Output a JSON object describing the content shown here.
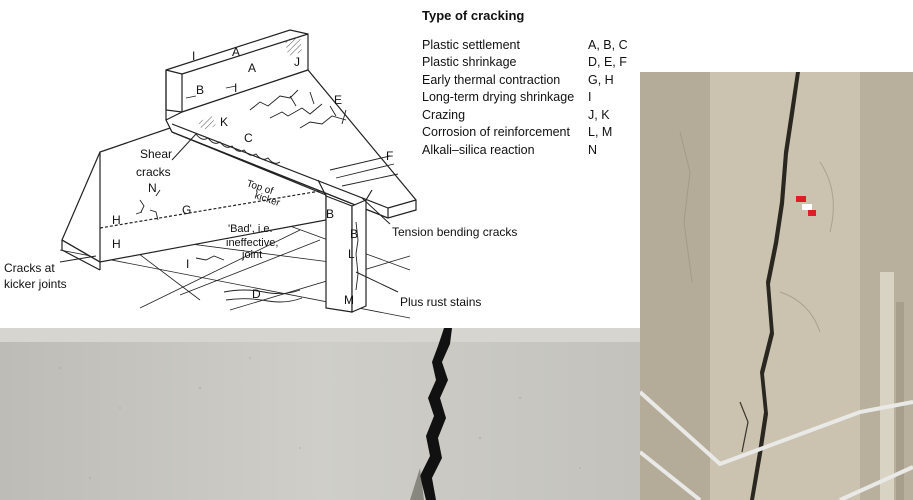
{
  "diagram": {
    "zone_letters": {
      "I_top": "I",
      "A_top": "A",
      "A_wall": "A",
      "J_wall": "J",
      "B_wall": "B",
      "I_wall": "I",
      "E": "E",
      "K": "K",
      "C": "C",
      "F": "F",
      "N": "N",
      "G": "G",
      "H_upper": "H",
      "H_lower": "H",
      "B_column_top": "B",
      "B_column": "B",
      "L": "L",
      "M": "M",
      "I_slab": "I",
      "D": "D"
    },
    "labels": {
      "shear_cracks_1": "Shear",
      "shear_cracks_2": "cracks",
      "top_of_kicker_1": "Top of",
      "top_of_kicker_2": "kicker",
      "bad_joint_1": "'Bad', i.e.",
      "bad_joint_2": "ineffective,",
      "bad_joint_3": "joint",
      "cracks_at_kicker_1": "Cracks at",
      "cracks_at_kicker_2": "kicker  joints",
      "tension_bending": "Tension bending cracks",
      "plus_rust": "Plus rust stains"
    }
  },
  "legend": {
    "title": "Type of cracking",
    "rows": [
      {
        "type": "Plastic settlement",
        "codes": "A, B, C"
      },
      {
        "type": "Plastic shrinkage",
        "codes": "D, E, F"
      },
      {
        "type": "Early thermal contraction",
        "codes": "G, H"
      },
      {
        "type": "Long-term drying shrinkage",
        "codes": "I"
      },
      {
        "type": "Crazing",
        "codes": "J, K"
      },
      {
        "type": "Corrosion of reinforcement",
        "codes": "L, M"
      },
      {
        "type": "Alkali–silica reaction",
        "codes": "N"
      }
    ]
  },
  "colors": {
    "line": "#222222",
    "concrete_photo_bottom": "#c9c8c2",
    "concrete_photo_right": "#c4bcaa",
    "crack": "#111111"
  }
}
